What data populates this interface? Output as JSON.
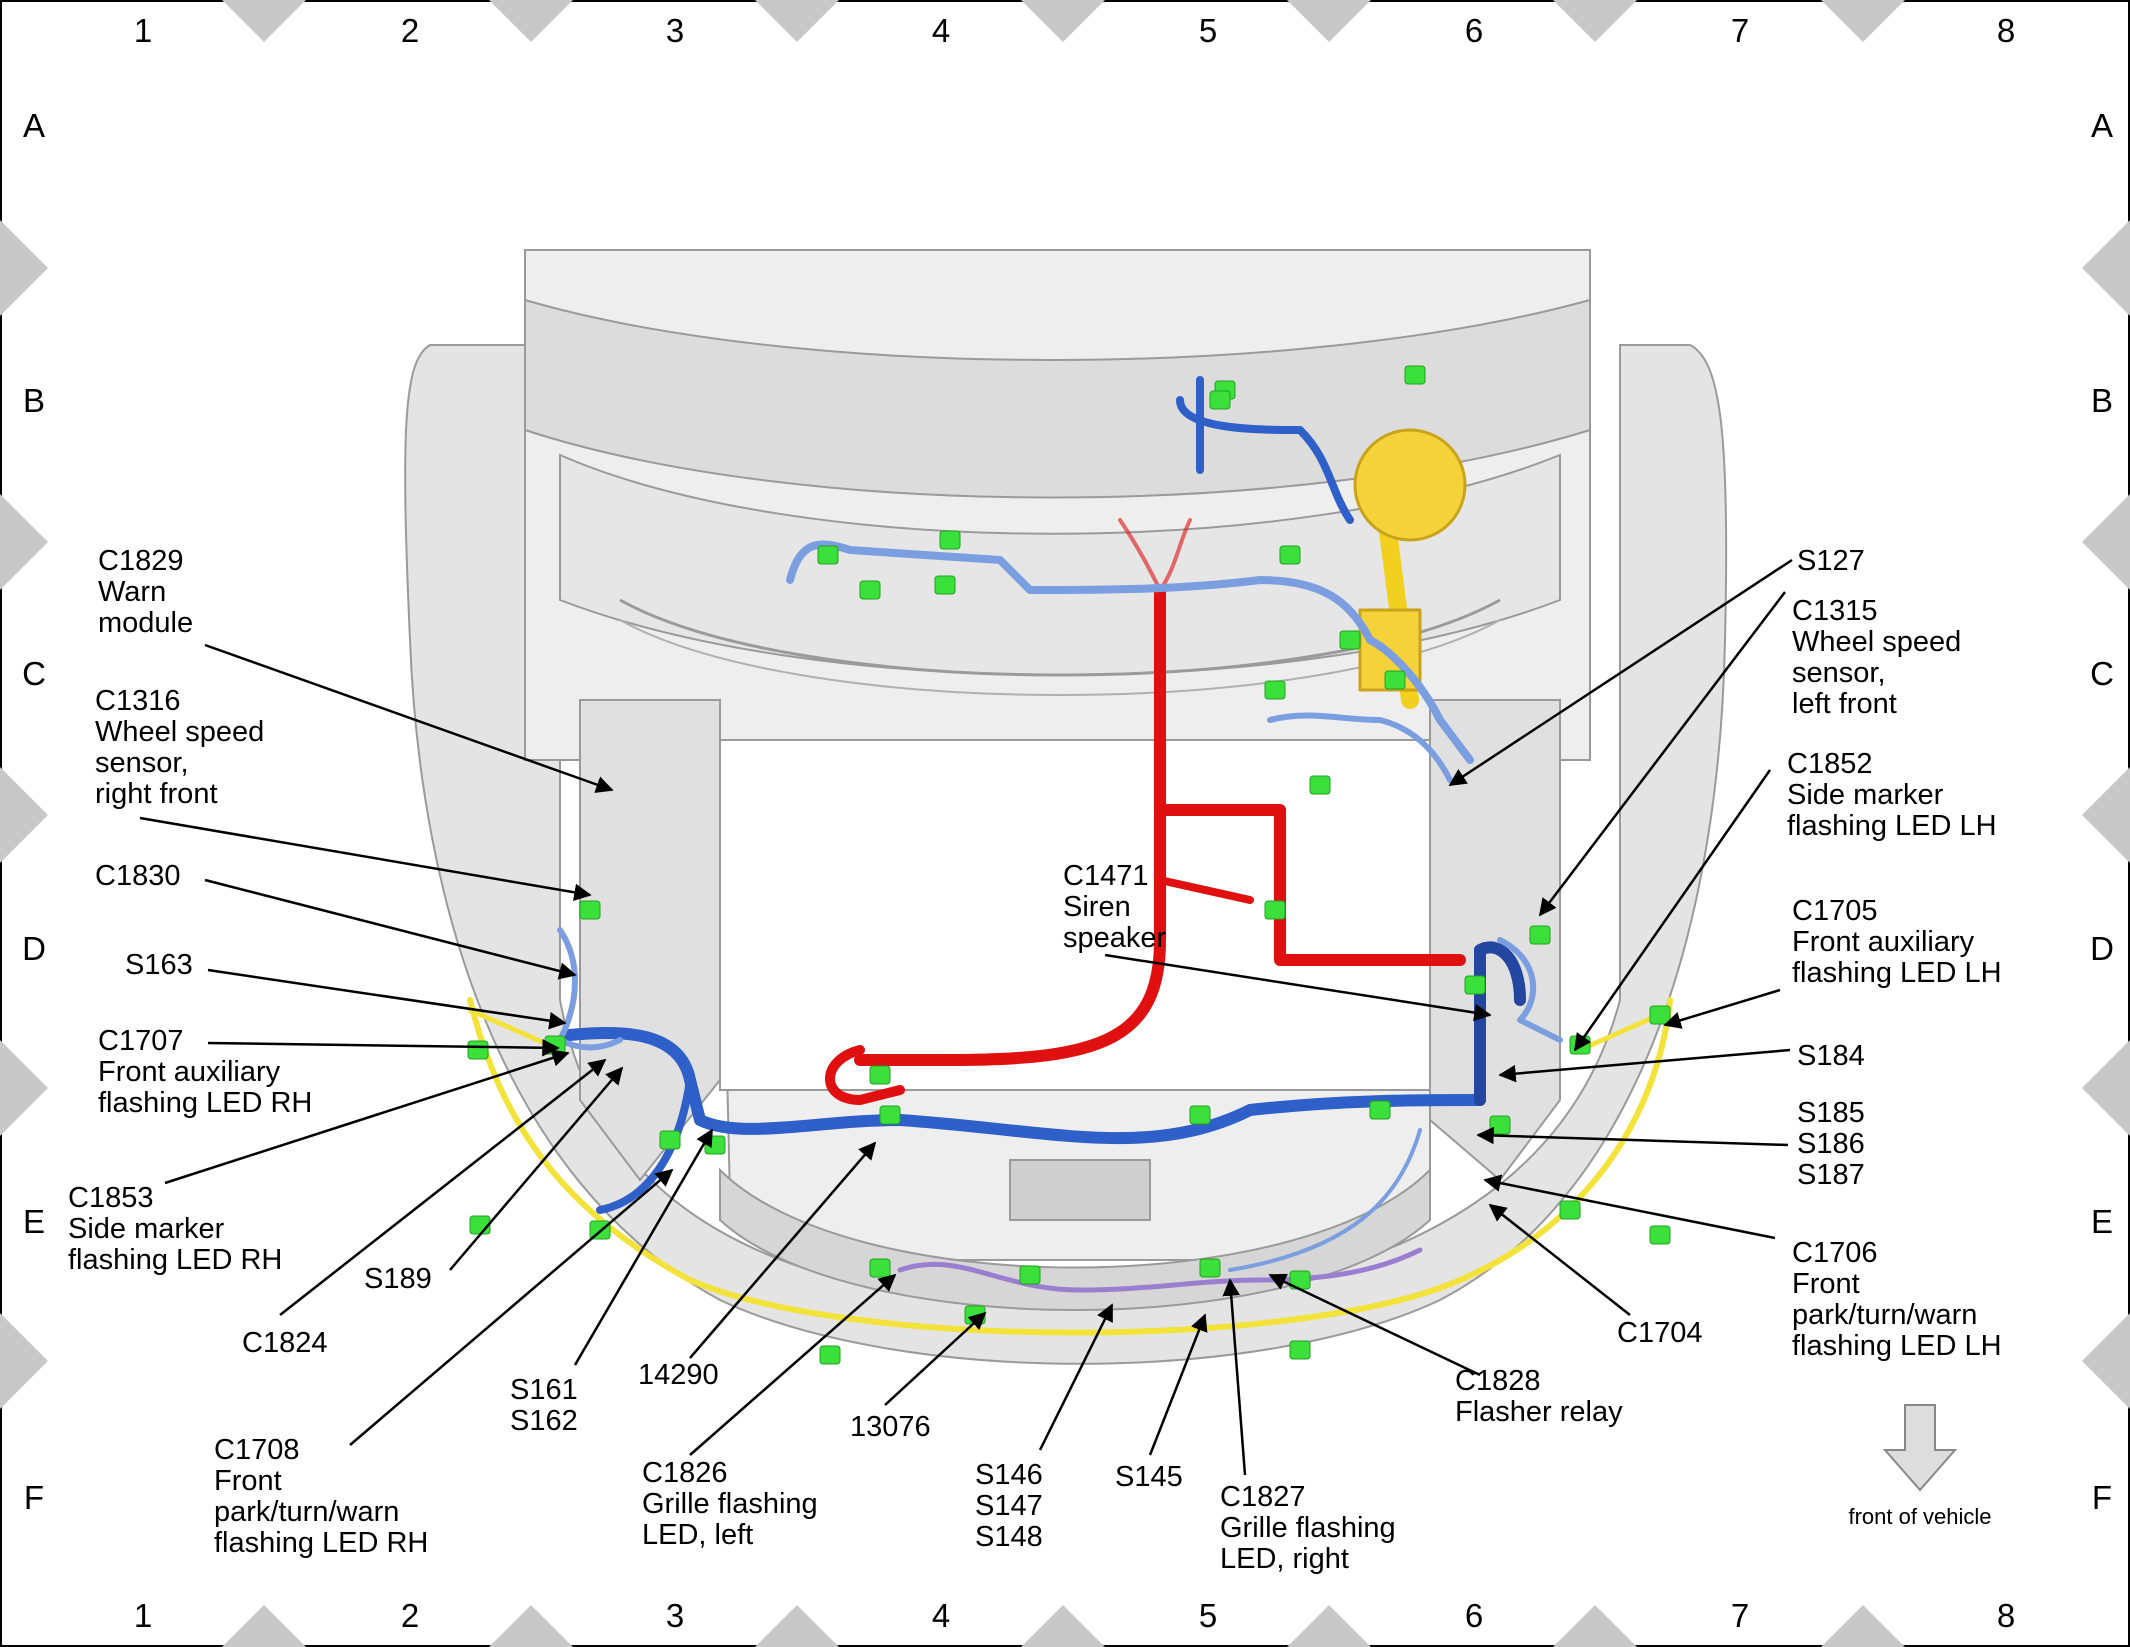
{
  "grid": {
    "columns": [
      "1",
      "2",
      "3",
      "4",
      "5",
      "6",
      "7",
      "8"
    ],
    "rows": [
      "A",
      "B",
      "C",
      "D",
      "E",
      "F"
    ]
  },
  "legend": {
    "front_of_vehicle": "front of vehicle"
  },
  "callouts": [
    {
      "id": "c1829",
      "lines": [
        "C1829",
        "Warn",
        "module"
      ]
    },
    {
      "id": "c1316",
      "lines": [
        "C1316",
        "Wheel speed",
        "sensor,",
        "right front"
      ]
    },
    {
      "id": "c1830",
      "lines": [
        "C1830"
      ]
    },
    {
      "id": "s163",
      "lines": [
        "S163"
      ]
    },
    {
      "id": "c1707",
      "lines": [
        "C1707",
        "Front auxiliary",
        "flashing LED RH"
      ]
    },
    {
      "id": "c1853",
      "lines": [
        "C1853",
        "Side marker",
        "flashing LED RH"
      ]
    },
    {
      "id": "c1824",
      "lines": [
        "C1824"
      ]
    },
    {
      "id": "s189",
      "lines": [
        "S189"
      ]
    },
    {
      "id": "c1708",
      "lines": [
        "C1708",
        "Front",
        "park/turn/warn",
        "flashing LED RH"
      ]
    },
    {
      "id": "s161",
      "lines": [
        "S161",
        "S162"
      ]
    },
    {
      "id": "n14290",
      "lines": [
        "14290"
      ]
    },
    {
      "id": "c1826",
      "lines": [
        "C1826",
        "Grille flashing",
        "LED, left"
      ]
    },
    {
      "id": "n13076",
      "lines": [
        "13076"
      ]
    },
    {
      "id": "s146",
      "lines": [
        "S146",
        "S147",
        "S148"
      ]
    },
    {
      "id": "s145",
      "lines": [
        "S145"
      ]
    },
    {
      "id": "c1827",
      "lines": [
        "C1827",
        "Grille flashing",
        "LED, right"
      ]
    },
    {
      "id": "c1828",
      "lines": [
        "C1828",
        "Flasher relay"
      ]
    },
    {
      "id": "c1471",
      "lines": [
        "C1471",
        "Siren",
        "speaker"
      ]
    },
    {
      "id": "c1704",
      "lines": [
        "C1704"
      ]
    },
    {
      "id": "s127",
      "lines": [
        "S127"
      ]
    },
    {
      "id": "c1315",
      "lines": [
        "C1315",
        "Wheel speed",
        "sensor,",
        "left front"
      ]
    },
    {
      "id": "c1852",
      "lines": [
        "C1852",
        "Side marker",
        "flashing LED LH"
      ]
    },
    {
      "id": "c1705",
      "lines": [
        "C1705",
        "Front auxiliary",
        "flashing LED LH"
      ]
    },
    {
      "id": "s184",
      "lines": [
        "S184"
      ]
    },
    {
      "id": "s185",
      "lines": [
        "S185",
        "S186",
        "S187"
      ]
    },
    {
      "id": "c1706",
      "lines": [
        "C1706",
        "Front",
        "park/turn/warn",
        "flashing LED LH"
      ]
    }
  ],
  "colors": {
    "harness_blue": "#2f5fc8",
    "harness_light_blue": "#7a9ee0",
    "harness_red": "#e01010",
    "harness_yellow": "#f2e23a",
    "harness_purple": "#9a7fd0",
    "connector_green": "#3be03b",
    "body_gray": "#d8d8d8"
  }
}
